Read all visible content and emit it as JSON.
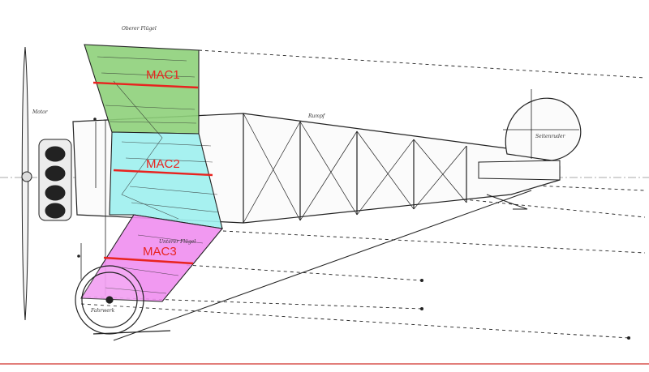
{
  "colors": {
    "panel1": "#8ed07a",
    "panel2": "#9df0ee",
    "panel3": "#f08ef0",
    "mac_line": "#e8231f",
    "ink": "#222222",
    "border": "#d9534f"
  },
  "panels": [
    {
      "id": "mac1",
      "label": "MAC1"
    },
    {
      "id": "mac2",
      "label": "MAC2"
    },
    {
      "id": "mac3",
      "label": "MAC3"
    }
  ],
  "drawing_annotations": {
    "upper_wing": "Oberer Flügel",
    "lower_wing": "Unterer Flügel",
    "fuselage": "Rumpf",
    "tail": "Seitenruder",
    "engine": "Motor",
    "undercarriage": "Fahrwerk"
  }
}
